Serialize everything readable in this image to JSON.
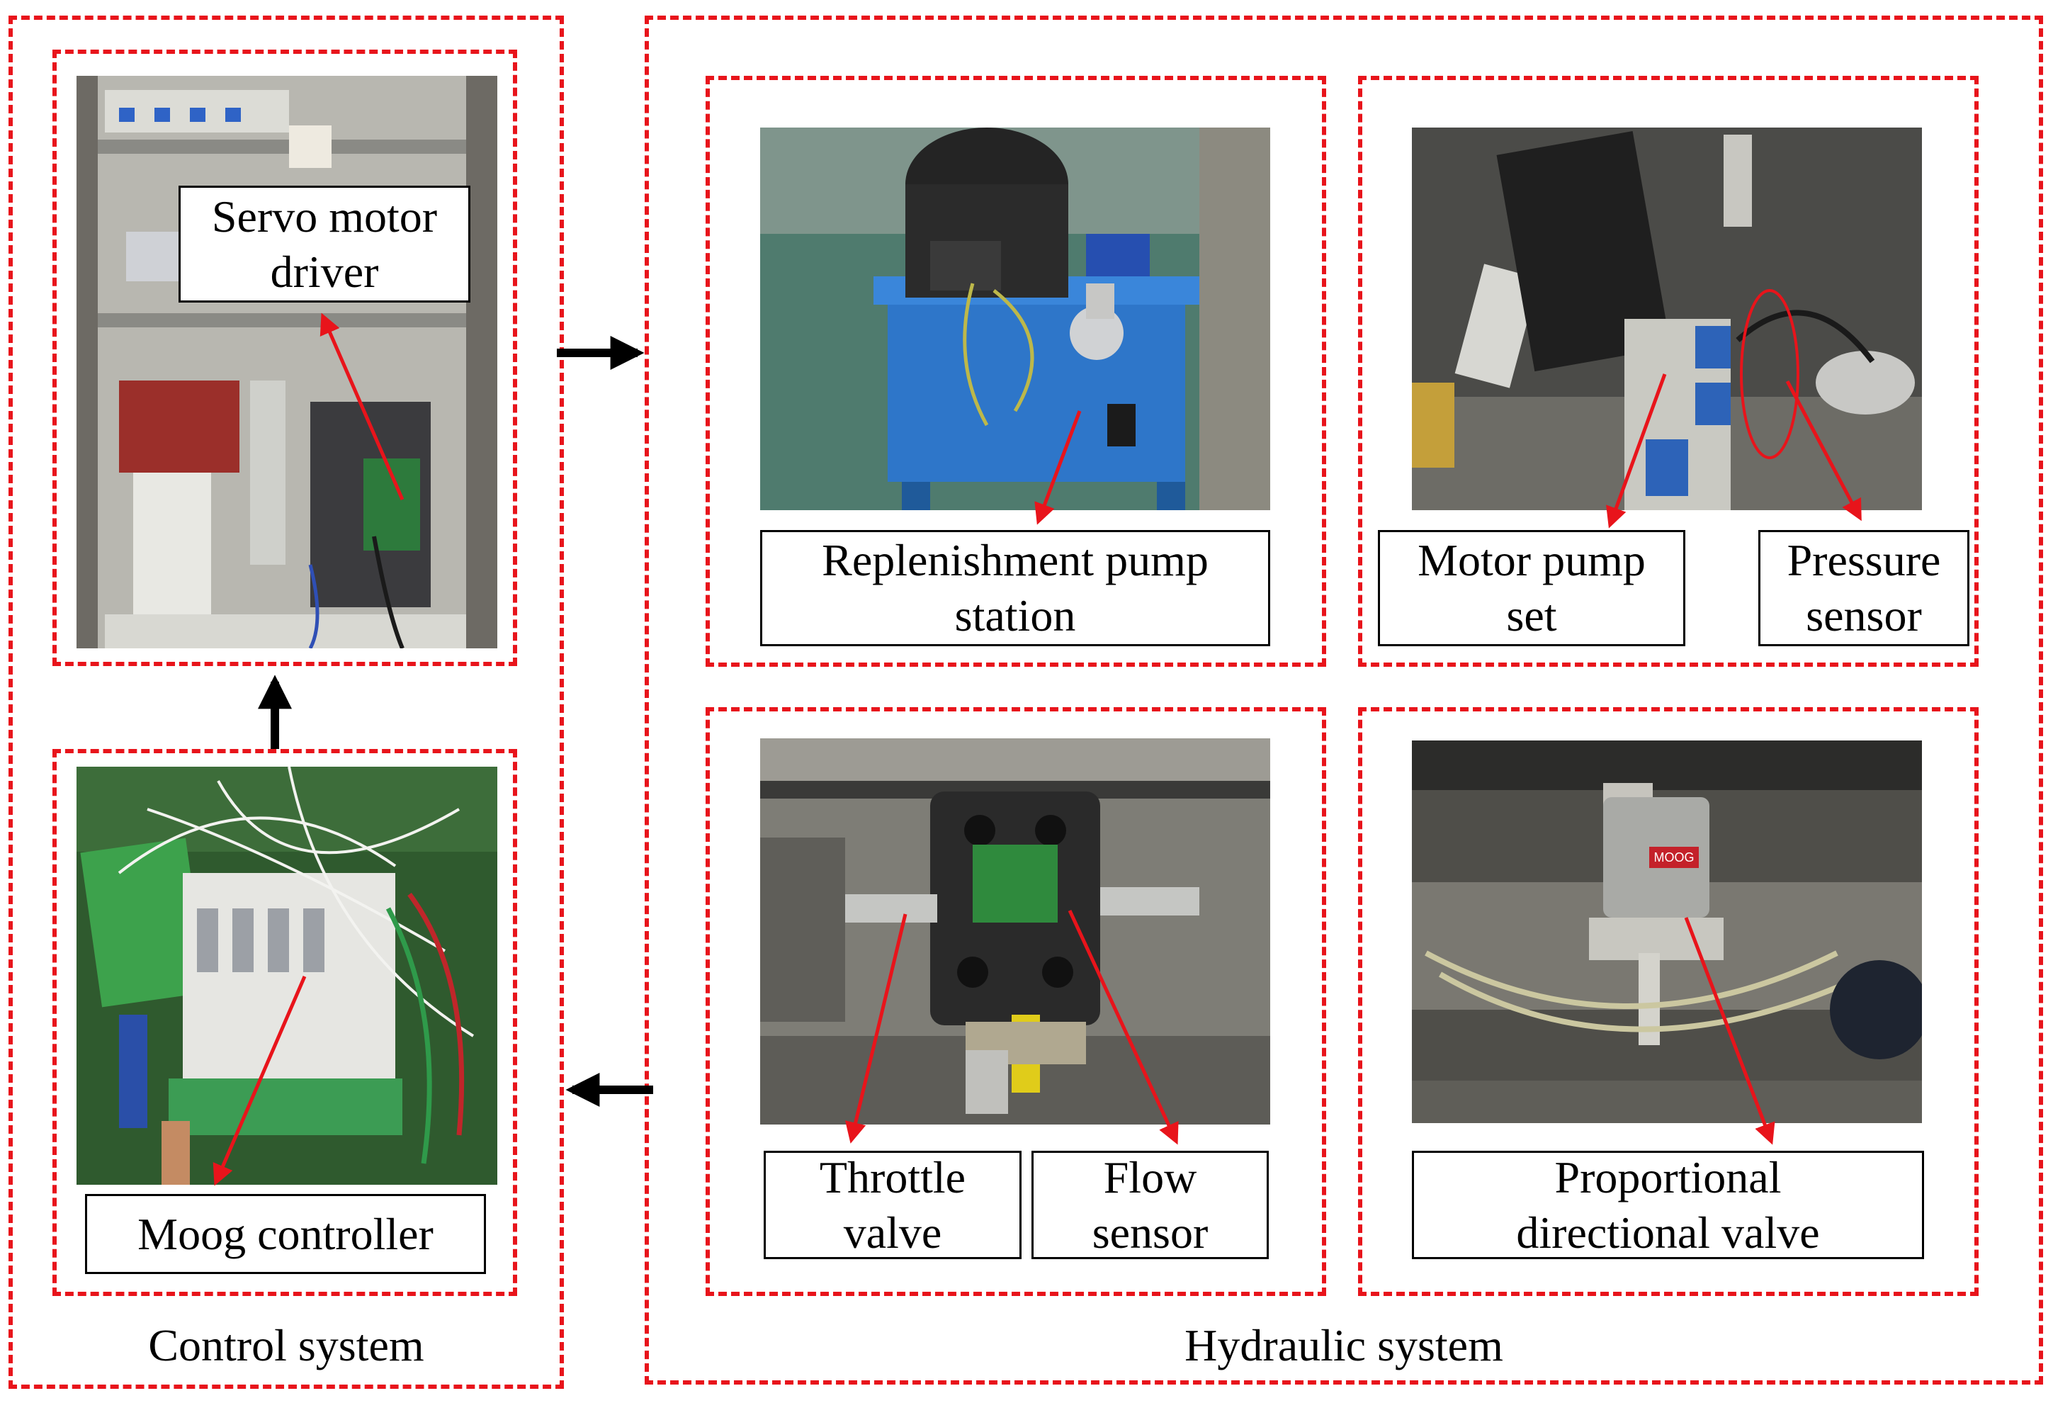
{
  "colors": {
    "frame": "#e8141b",
    "arrow_red": "#e8141b",
    "arrow_black": "#000000"
  },
  "control_system": {
    "caption": "Control system",
    "servo_driver": {
      "label": "Servo motor\ndriver"
    },
    "controller": {
      "label": "Moog controller"
    }
  },
  "hydraulic_system": {
    "caption": "Hydraulic system",
    "pump_station": {
      "label": "Replenishment pump\nstation"
    },
    "motor_pump": {
      "label": "Motor pump\nset"
    },
    "pressure_sensor": {
      "label": "Pressure\nsensor"
    },
    "throttle_valve": {
      "label": "Throttle\nvalve"
    },
    "flow_sensor": {
      "label": "Flow\nsensor"
    },
    "proportional_valve": {
      "label": "Proportional\ndirectional valve"
    },
    "moog_brand": "MOOG"
  },
  "photos": [
    {
      "name": "electrical-cabinet-photo"
    },
    {
      "name": "moog-controller-board-photo"
    },
    {
      "name": "pump-station-photo"
    },
    {
      "name": "motor-pump-set-photo"
    },
    {
      "name": "flow-sensor-block-photo"
    },
    {
      "name": "proportional-valve-photo"
    }
  ]
}
